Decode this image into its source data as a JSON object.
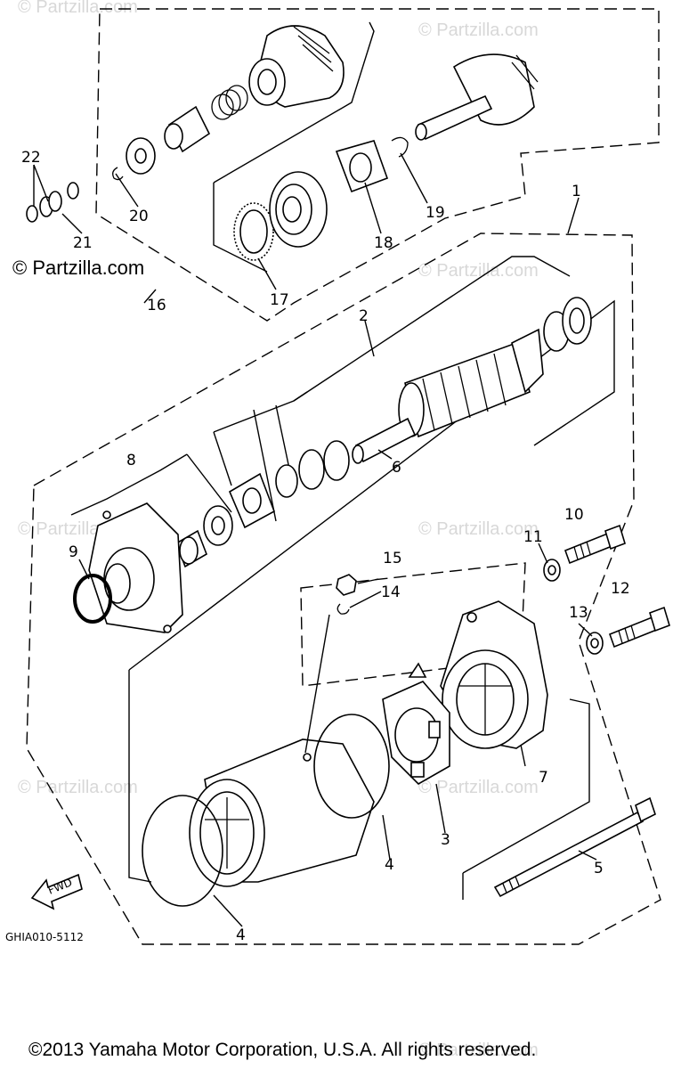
{
  "diagram": {
    "code": "GHIA010-5112",
    "fwd_label": "FWD",
    "watermark_main": "© Partzilla.com",
    "watermark_faint": "© Partzilla.com",
    "copyright": "©2013  Yamaha Motor Corporation, U.S.A. All rights reserved.",
    "callouts": [
      "1",
      "2",
      "3",
      "4",
      "4",
      "5",
      "6",
      "7",
      "8",
      "9",
      "10",
      "11",
      "12",
      "13",
      "14",
      "15",
      "16",
      "17",
      "18",
      "19",
      "20",
      "21",
      "22"
    ]
  }
}
